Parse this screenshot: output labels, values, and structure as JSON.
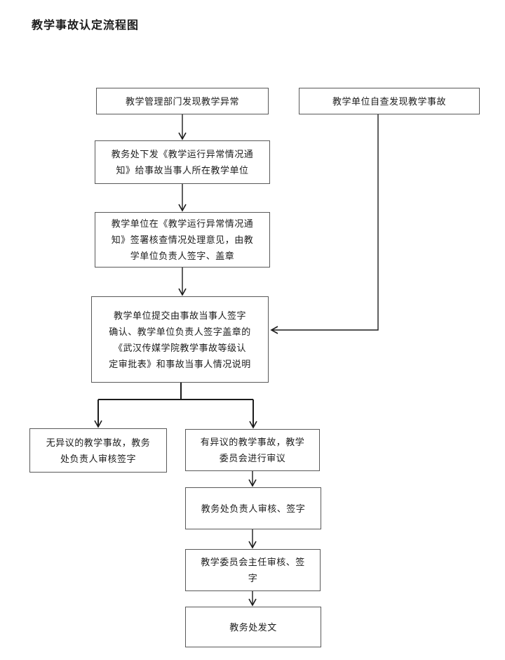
{
  "title": "教学事故认定流程图",
  "colors": {
    "background": "#ffffff",
    "box_border": "#595959",
    "connector": "#1c1c1c",
    "text": "#1c1c1c"
  },
  "nodes": {
    "n1": {
      "text": "教学管理部门发现教学异常"
    },
    "n2": {
      "text": "教学单位自查发现教学事故"
    },
    "n3": {
      "text": "教务处下发《教学运行异常情况通\n知》给事故当事人所在教学单位"
    },
    "n4": {
      "text": "教学单位在《教学运行异常情况通\n知》签署核查情况处理意见，由教\n学单位负责人签字、盖章"
    },
    "n5": {
      "text": "教学单位提交由事故当事人签字\n确认、教学单位负责人签字盖章的\n《武汉传媒学院教学事故等级认\n定审批表》和事故当事人情况说明"
    },
    "n6": {
      "text": "无异议的教学事故，教务\n处负责人审核签字"
    },
    "n7": {
      "text": "有异议的教学事故，教学\n委员会进行审议"
    },
    "n8": {
      "text": "教务处负责人审核、签字"
    },
    "n9": {
      "text": "教学委员会主任审核、签\n字"
    },
    "n10": {
      "text": "教务处发文"
    }
  }
}
